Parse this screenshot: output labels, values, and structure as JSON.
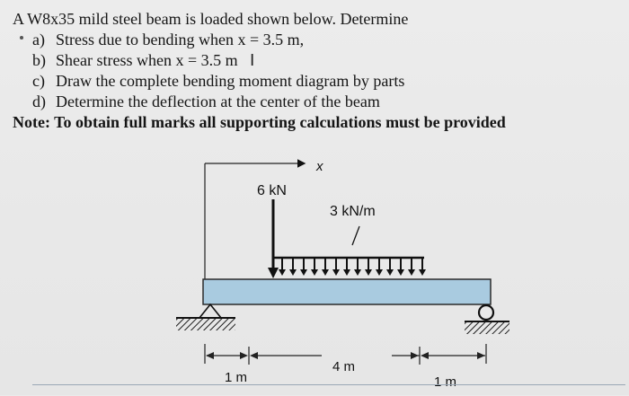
{
  "problem": {
    "title": "A W8x35 mild steel beam is loaded shown below. Determine",
    "items": [
      {
        "label": "a)",
        "text": "Stress due to bending when x = 3.5 m,"
      },
      {
        "label": "b)",
        "text": "Shear stress when x = 3.5 m"
      },
      {
        "label": "c)",
        "text": "Draw the complete bending moment diagram by parts"
      },
      {
        "label": "d)",
        "text": "Determine the deflection at the center of the beam"
      }
    ],
    "note": "Note: To obtain full marks all supporting calculations must be provided"
  },
  "diagram": {
    "axis_label": "x",
    "point_load": "6 kN",
    "distributed_load": "3 kN/m",
    "span_left": "1 m",
    "span_middle": "4 m",
    "span_right": "1 m"
  },
  "colors": {
    "beam_fill": "#a9cbe0",
    "beam_stroke": "#2b2b2b",
    "support_hatch": "#1d1d1d"
  },
  "icons": {
    "text_cursor": "ibeam-cursor-icon",
    "pin_support": "pin-support-icon",
    "roller_support": "roller-support-icon"
  }
}
